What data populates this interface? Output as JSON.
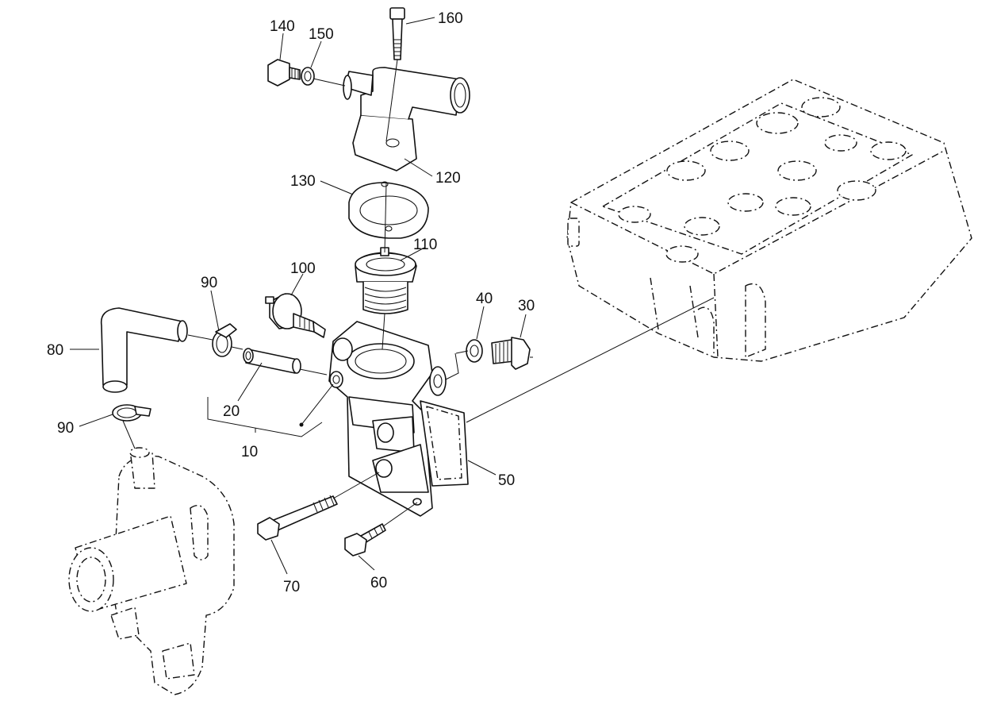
{
  "diagram": {
    "callouts": [
      "160",
      "140",
      "150",
      "120",
      "130",
      "110",
      "100",
      "90",
      "80",
      "90",
      "20",
      "10",
      "40",
      "30",
      "50",
      "70",
      "60"
    ]
  },
  "colors": {
    "ink": "#111111",
    "background": "#ffffff"
  }
}
